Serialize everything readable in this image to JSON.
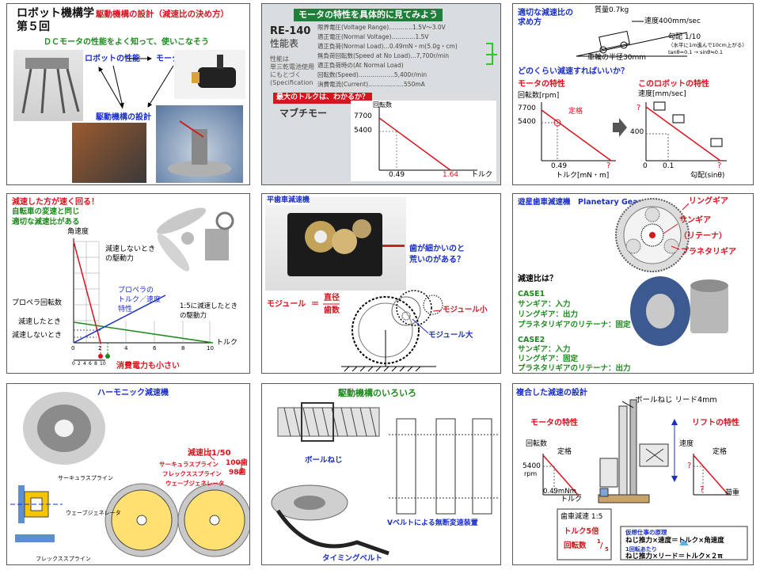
{
  "slide1": {
    "title_line1": "ロボット機構学",
    "title_line2": "第５回",
    "heading": "駆動機構の設計（減速比の決め方）",
    "subtitle": "ＤＣモータの性能をよく知って、使いこなそう",
    "robot_perf": "ロボットの性能",
    "motor_select": "モータを選ぶ",
    "drive_design": "駆動機構の設計"
  },
  "slide2": {
    "title": "モータの特性を具体的に見てみよう",
    "model": "RE-140",
    "perf_label": "性能表",
    "side_text_1": "性能は",
    "side_text_2": "単三乾電池使用",
    "side_text_3": "にもとづく",
    "side_text_4": "(Specification",
    "specs": [
      "限界電圧(Voltage Range)…………1.5V〜3.0V",
      "適正電圧(Normal Voltage)…………1.5V",
      "適正負荷(Normal Load)…0.49mN・m(5.0g・cm)",
      "無負荷回転数(Speed at No Load)…7,700r/min",
      "適正負荷時の(At Normal Load)",
      "回転数(Speed)………………5,400r/min",
      "消費電流(Current)………………550mA",
      "最大のトルクは、わかるか？"
    ],
    "question": "最大のトルクは、わかるか？",
    "brand": "マブチモー",
    "graph_ylabel": "回転数",
    "y1": "7700",
    "y2": "5400",
    "x1": "0.49",
    "x2": "1.64",
    "xlabel": "トルク"
  },
  "slide3": {
    "title_1": "適切な減速比の",
    "title_2": "求め方",
    "mass": "質量0.7kg",
    "speed": "速度400mm/sec",
    "slope": "勾配 1/10",
    "slope_note": "（水平に1m進んで10cm上がる）",
    "slope_eq": "tanθ=0.1 → sinθ≒0.1",
    "wheel": "車輪の半径30mm",
    "question": "どのくらい減速すればいいか？",
    "motor_char": "モータの特性",
    "robot_char": "このロボットの特性",
    "y_motor": "回転数[rpm]",
    "y_robot": "速度[mm/sec]",
    "rated": "定格",
    "v7700": "7700",
    "v5400": "5400",
    "v049": "0.49",
    "qmark": "?",
    "x_motor": "トルク[mN・m]",
    "v400": "400",
    "v0": "0",
    "v01": "0.1",
    "x_robot": "勾配(sinθ)"
  },
  "slide4": {
    "title": "減速した方が速く回る！",
    "line2": "自転車の変速と同じ",
    "line3": "適切な減速比がある",
    "y_label": "角速度",
    "no_reduce_1": "減速しないとき",
    "no_reduce_2": "の駆動力",
    "prop_1": "プロペラの",
    "prop_2": "トルク／速度",
    "prop_3": "特性",
    "prop_rpm": "プロペラ回転数",
    "reduce_1": "1:5に減速したとき",
    "reduce_2": "の駆動力",
    "when_reduced": "減速したとき",
    "when_not": "減速しないとき",
    "torque": "トルク",
    "ticks_top": [
      "0",
      "2",
      "4",
      "6",
      "8",
      "10"
    ],
    "ticks_bottom": [
      "0",
      "2",
      "4",
      "6",
      "8",
      "10"
    ],
    "power": "消費電力も小さい"
  },
  "slide5": {
    "title": "平歯車減速機",
    "note_1": "歯が細かいのと",
    "note_2": "荒いのがある？",
    "module": "モジュール",
    "eq": "＝",
    "num": "直径",
    "den": "歯数",
    "small": "モジュール小",
    "large": "モジュール大"
  },
  "slide6": {
    "title": "遊星歯車減速機　Planetary Gear",
    "ring": "リングギア",
    "sun": "サンギア",
    "retainer": "（リテーナ）",
    "planet": "プラネタリギア",
    "ratio_q": "減速比は？",
    "case1": [
      "CASE1",
      "サンギア：入力",
      "リングギア：出力",
      "プラネタリギアのリテーナ：固定"
    ],
    "case2": [
      "CASE2",
      "サンギア：入力",
      "リングギア：固定",
      "プラネタリギアのリテーナ：出力"
    ]
  },
  "slide7": {
    "title": "ハーモニック減速機",
    "ratio": "減速比1/50",
    "circular": "サーキュラスプライン",
    "flex": "フレックススプライン",
    "wave": "ウェーブジェネレータ",
    "teeth100": "100歯",
    "teeth98": "98歯",
    "label_circular": "サーキュラスプライン",
    "label_wave": "ウェーブジェネレータ",
    "label_flex": "フレックススプライン"
  },
  "slide8": {
    "title": "駆動機構のいろいろ",
    "ball_screw": "ボールねじ",
    "vbelt": "Vベルトによる無断変速装置",
    "timing": "タイミングベルト"
  },
  "slide9": {
    "title": "複合した減速の設計",
    "ballscrew": "ボールねじ リード4mm",
    "motor_char": "モータの特性",
    "lift_char": "リフトの特性",
    "rpm_label": "回転数",
    "rated": "定格",
    "v5400": "5400",
    "rpm": "rpm",
    "torque_val": "0.49mNm",
    "torque": "トルク",
    "speed": "速度",
    "q": "?",
    "load": "荷重",
    "gear": "歯車減速 1:5",
    "torque5": "トルク5倍",
    "rot_1": "回転数",
    "rot_2": "1",
    "rot_3": "/",
    "rot_4": "5",
    "virtual": "仮想仕事の原理",
    "eq1": "ねじ推力×速度＝トルク×角速度",
    "per_rev": "1回転あたり",
    "eq2": "ねじ推力×リード＝トルク×２π"
  }
}
